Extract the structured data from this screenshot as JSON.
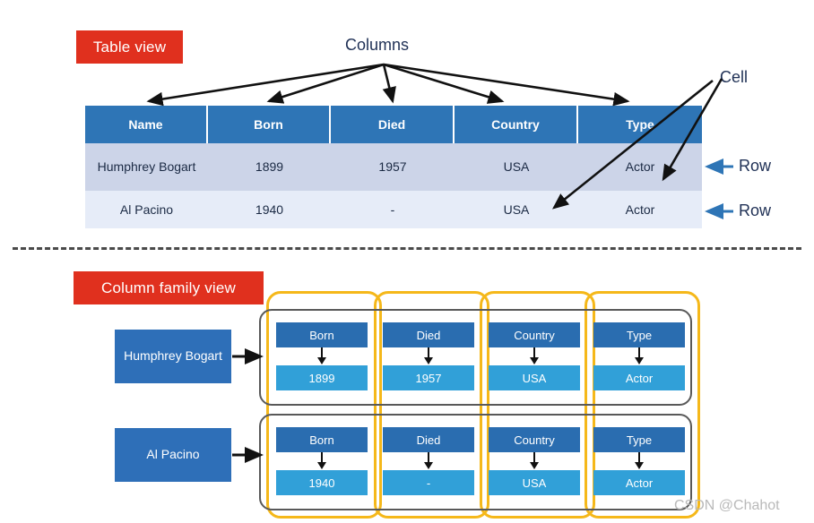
{
  "diagram": {
    "title_table": "Table view",
    "title_cf": "Column family view",
    "labels": {
      "columns": "Columns",
      "cell": "Cell",
      "row_a": "Row",
      "row_b": "Row"
    },
    "watermark": "CSDN @Chahot"
  },
  "colors": {
    "banner_red": "#e0301e",
    "table_header_blue": "#2e75b6",
    "table_row1": "#ccd4e8",
    "table_row2": "#e6ecf8",
    "cf_key_blue": "#2a6db0",
    "cf_value_blue": "#31a0d8",
    "name_box_blue": "#2e6fb8",
    "column_family_outline": "#f5b81a",
    "row_outline": "#595959",
    "label_text": "#1f3055",
    "arrow_black": "#111111",
    "arrow_blue": "#2e75b6"
  },
  "table": {
    "columns": [
      "Name",
      "Born",
      "Died",
      "Country",
      "Type"
    ],
    "rows": [
      [
        "Humphrey Bogart",
        "1899",
        "1957",
        "USA",
        "Actor"
      ],
      [
        "Al Pacino",
        "1940",
        "-",
        "USA",
        "Actor"
      ]
    ]
  },
  "column_family": {
    "row_keys": [
      "Humphrey Bogart",
      "Al Pacino"
    ],
    "families": [
      "Born",
      "Died",
      "Country",
      "Type"
    ],
    "rows": [
      {
        "key": "Humphrey Bogart",
        "cells": [
          {
            "name": "Born",
            "value": "1899"
          },
          {
            "name": "Died",
            "value": "1957"
          },
          {
            "name": "Country",
            "value": "USA"
          },
          {
            "name": "Type",
            "value": "Actor"
          }
        ]
      },
      {
        "key": "Al Pacino",
        "cells": [
          {
            "name": "Born",
            "value": "1940"
          },
          {
            "name": "Died",
            "value": "-"
          },
          {
            "name": "Country",
            "value": "USA"
          },
          {
            "name": "Type",
            "value": "Actor"
          }
        ]
      }
    ]
  }
}
